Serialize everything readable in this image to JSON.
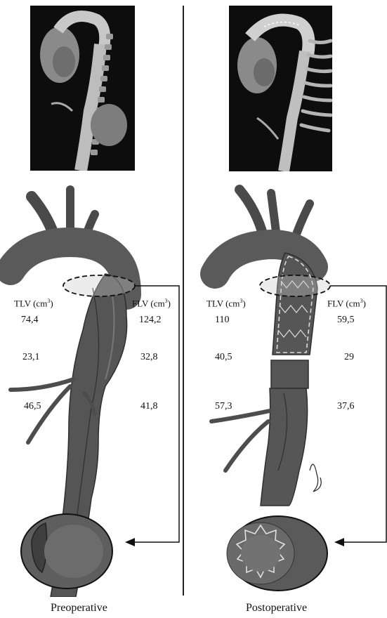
{
  "panels": {
    "preoperative": {
      "caption": "Preoperative",
      "tlv_header": "TLV (cm",
      "flv_header": "FLV (cm",
      "header_unit_exp": "3",
      "header_close": ")",
      "rows": [
        {
          "tlv": "74,4",
          "flv": "124,2"
        },
        {
          "tlv": "23,1",
          "flv": "32,8"
        },
        {
          "tlv": "46,5",
          "flv": "41,8"
        }
      ]
    },
    "postoperative": {
      "caption": "Postoperative",
      "tlv_header": "TLV (cm",
      "flv_header": "FLV (cm",
      "header_unit_exp": "3",
      "header_close": ")",
      "rows": [
        {
          "tlv": "110",
          "flv": "59,5"
        },
        {
          "tlv": "40,5",
          "flv": "29"
        },
        {
          "tlv": "57,3",
          "flv": "37,6"
        }
      ]
    }
  },
  "colors": {
    "aorta": "#5a5a5a",
    "aorta_dark": "#3b3b3b",
    "ct_background": "#0d0d0d",
    "stent": "#d9d9d9"
  }
}
